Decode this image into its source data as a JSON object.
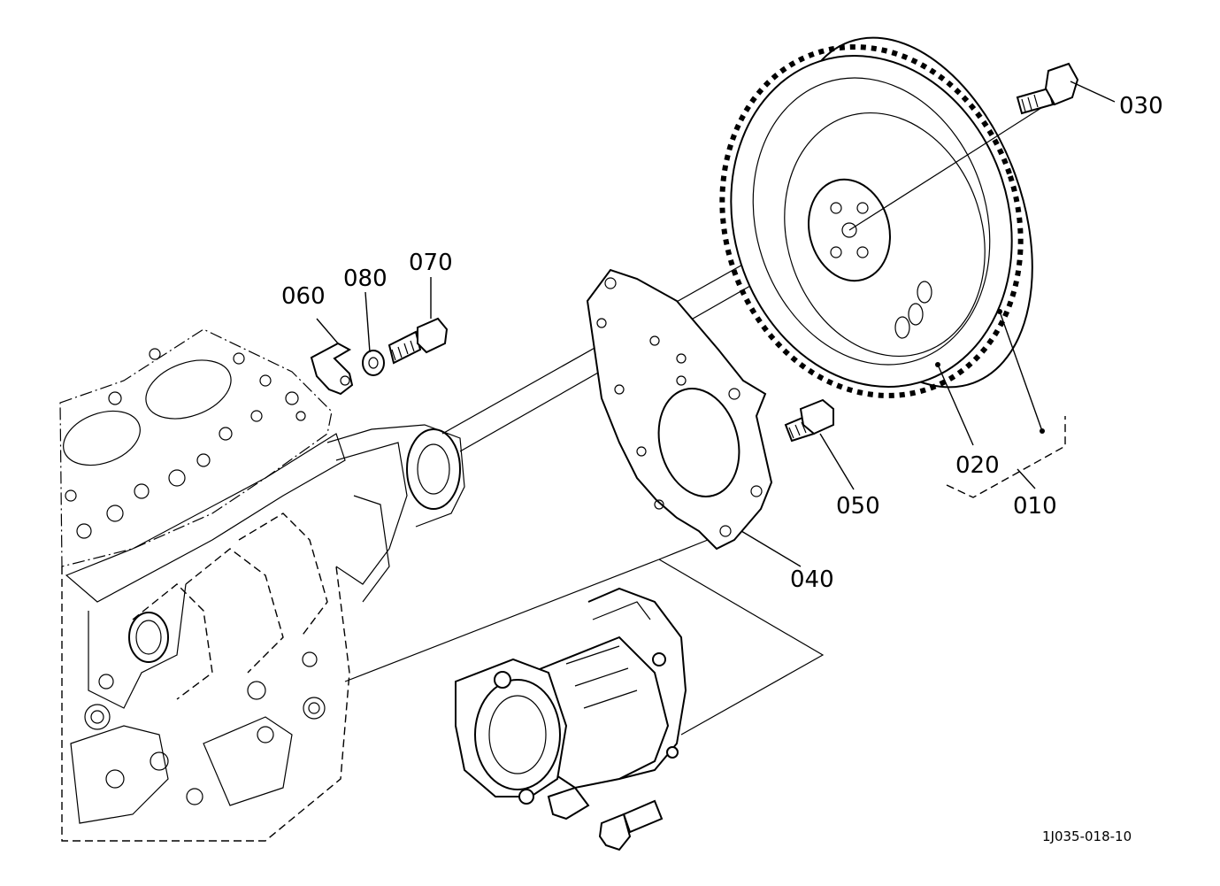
{
  "diagram": {
    "parts": {
      "p010": "010",
      "p020": "020",
      "p030": "030",
      "p040": "040",
      "p050": "050",
      "p060": "060",
      "p070": "070",
      "p080": "080"
    },
    "ref_code": "1J035-018-10"
  },
  "colors": {
    "ink": "#000000",
    "paper": "#ffffff"
  }
}
